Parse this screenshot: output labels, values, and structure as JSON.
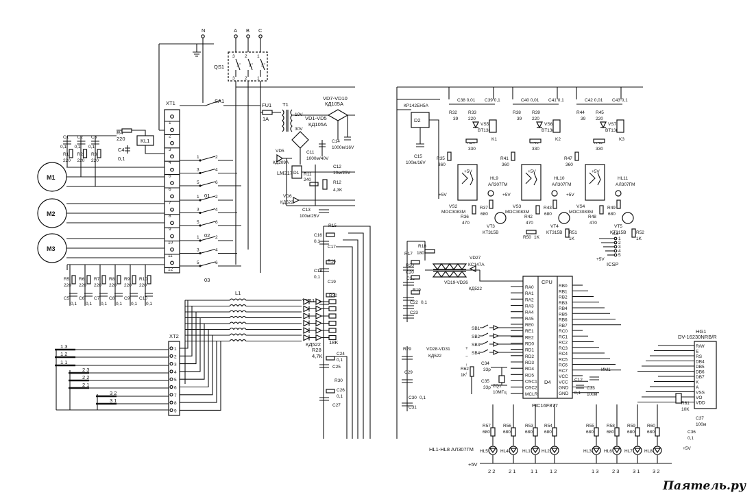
{
  "watermark": "Паятель.ру",
  "left": {
    "phases": [
      "N",
      "A",
      "B",
      "C"
    ],
    "breaker": {
      "ref": "QS1",
      "top_pins": [
        "3",
        "2",
        "1"
      ],
      "bottom_pins": [
        "3",
        "2",
        "1"
      ],
      "contacts": [
        "1\"",
        "2\"",
        "3\""
      ]
    },
    "switch": {
      "ref": "SA1"
    },
    "fuse": {
      "ref": "FU1",
      "value": "1A"
    },
    "transformer": {
      "ref": "T1",
      "v1": "10V",
      "v2": "30V"
    },
    "bridge1": {
      "ref": "VD7-VD10",
      "part": "КД105А"
    },
    "bridge2": {
      "ref": "VD1-VD5",
      "part": "КД105А"
    },
    "c14": {
      "ref": "C14",
      "value": "1000м/16V"
    },
    "c11": {
      "ref": "C11",
      "value": "1000м/40V"
    },
    "vd5": {
      "ref": "VD5",
      "part": "КД209А"
    },
    "regulator": {
      "ref": "D1",
      "part": "LM317"
    },
    "r11": {
      "ref": "R11",
      "value": "240"
    },
    "c12": {
      "ref": "C12",
      "value": "10м/25V"
    },
    "r12": {
      "ref": "R12",
      "value": "4,3K"
    },
    "vd6": {
      "ref": "VD6",
      "part": "КД522"
    },
    "c13": {
      "ref": "C13",
      "value": "100м/25V"
    },
    "xt1": {
      "ref": "XT1",
      "pins": [
        "1",
        "2",
        "3",
        "4",
        "5",
        "6",
        "7",
        "8",
        "9",
        "10",
        "11",
        "12"
      ]
    },
    "motors": [
      "M1",
      "M2",
      "M3"
    ],
    "relay": {
      "ref": "KL1"
    },
    "r4": {
      "ref": "R4",
      "value": "220"
    },
    "c4": {
      "ref": "C4",
      "value": "0,1"
    },
    "snubbers_top": [
      {
        "r": "R1",
        "rv": "220",
        "c": "C1",
        "cv": "0,1"
      },
      {
        "r": "R2",
        "rv": "220",
        "c": "C2",
        "cv": "0,1"
      },
      {
        "r": "R3",
        "rv": "220",
        "c": "C3",
        "cv": "0,1"
      }
    ],
    "snubbers_bottom": [
      {
        "r": "R5",
        "rv": "220",
        "c": "C5",
        "cv": "0,1"
      },
      {
        "r": "R6",
        "rv": "220",
        "c": "C6",
        "cv": "0,1"
      },
      {
        "r": "R7",
        "rv": "220",
        "c": "C7",
        "cv": "0,1"
      },
      {
        "r": "R8",
        "rv": "220",
        "c": "C8",
        "cv": "0,1"
      },
      {
        "r": "R9",
        "rv": "220",
        "c": "C9",
        "cv": "0,1"
      },
      {
        "r": "R10",
        "rv": "220",
        "c": "C10",
        "cv": "0,1"
      }
    ],
    "relay_groups": [
      "01",
      "02",
      "03"
    ],
    "relay_contact_nums": [
      "1",
      "2",
      "3",
      "4",
      "5",
      "6"
    ],
    "choke": {
      "ref": "L1"
    },
    "xt2": {
      "ref": "XT2",
      "pins": [
        "1",
        "2",
        "3",
        "4",
        "5",
        "6",
        "7",
        "8",
        "9"
      ]
    },
    "sensors": [
      "1 3",
      "1 2",
      "1 1",
      "2 3",
      "2 2",
      "2 1",
      "3 2",
      "3 1"
    ],
    "vd11": {
      "ref": "VD11"
    },
    "vd_inputs": {
      "part": "КД522"
    },
    "r15": {
      "ref": "R15"
    },
    "c16": {
      "ref": "C16",
      "value": "0,1"
    },
    "c17": {
      "ref": "C17"
    },
    "r16": {
      "ref": "R16"
    },
    "c18": {
      "ref": "C18",
      "value": "0,1"
    },
    "c19": {
      "ref": "C19"
    },
    "r22": {
      "ref": "R22"
    },
    "rn": {
      "value": "18K"
    },
    "r28": {
      "ref": "R28",
      "value": "4,7K"
    },
    "c24": {
      "ref": "C24",
      "value": "0,1"
    },
    "c25": {
      "ref": "C25"
    },
    "r30": {
      "ref": "R30"
    },
    "c26": {
      "ref": "C26",
      "value": "0,1"
    },
    "c27": {
      "ref": "C27"
    }
  },
  "right": {
    "reg": {
      "ref": "D2",
      "part": "КР142ЕН5А"
    },
    "c15": {
      "ref": "C15",
      "value": "100м/16V"
    },
    "channels": [
      {
        "snub_c": "C38 0,01",
        "c2": "C39  0,1",
        "r_a": "R32",
        "ra_v": "39",
        "r_b": "R33",
        "rb_v": "220",
        "triac": "VS5",
        "triac_p": "BT138",
        "r_g": "R34",
        "rg_v": "330",
        "k": "K1",
        "r_in": "R35",
        "rin_v": "360",
        "led": "HL9",
        "led_p": "АЛ307ГМ",
        "opto": "VS2",
        "opto_p": "MOC3083M",
        "r_o": "R36",
        "ro_v": "470",
        "r_c": "R37",
        "rc_v": "680",
        "tr": "VT3",
        "tr_p": "KT315B"
      },
      {
        "snub_c": "C40 0,01",
        "c2": "C41 0,1",
        "r_a": "R38",
        "ra_v": "39",
        "r_b": "R39",
        "rb_v": "220",
        "triac": "VS6",
        "triac_p": "BT138",
        "r_g": "R40",
        "rg_v": "330",
        "k": "K2",
        "r_in": "R41",
        "rin_v": "360",
        "led": "HL10",
        "led_p": "АЛ307ГМ",
        "opto": "VS3",
        "opto_p": "MOC3083M",
        "r_o": "R42",
        "ro_v": "470",
        "r_c": "R43",
        "rc_v": "680",
        "tr": "VT4",
        "tr_p": "KT315B"
      },
      {
        "snub_c": "C42 0,01",
        "c2": "C43 0,1",
        "r_a": "R44",
        "ra_v": "39",
        "r_b": "R45",
        "rb_v": "220",
        "triac": "VS7",
        "triac_p": "BT138",
        "r_g": "R46",
        "rg_v": "330",
        "k": "K3",
        "r_in": "R47",
        "rin_v": "360",
        "led": "HL11",
        "led_p": "АЛ307ГМ",
        "opto": "VS4",
        "opto_p": "MOC3083M",
        "r_o": "R48",
        "ro_v": "470",
        "r_c": "R49",
        "rc_v": "680",
        "tr": "VT5",
        "tr_p": "KT315B"
      }
    ],
    "plus5": "+5V",
    "r50": {
      "ref": "R50",
      "value": "1K"
    },
    "r51": {
      "ref": "R51",
      "value": "1K"
    },
    "r52": {
      "ref": "R52",
      "value": "1K"
    },
    "x3": {
      "ref": "X3",
      "pins": [
        "1",
        "2",
        "3",
        "4",
        "5"
      ],
      "label": "ICSP"
    },
    "r18": {
      "ref": "R18",
      "value": "180"
    },
    "r17": {
      "ref": "R17"
    },
    "r19": {
      "ref": "R19"
    },
    "r20": {
      "ref": "R20"
    },
    "c20": {
      "ref": "C20"
    },
    "c21": {
      "ref": "C21"
    },
    "c22": {
      "ref": "C22",
      "value": "0,1"
    },
    "c23": {
      "ref": "C23"
    },
    "vd27": {
      "ref": "VD27",
      "part": "КС147А"
    },
    "vd19": {
      "ref": "VD19-VD26",
      "part": "КД522"
    },
    "vd28": {
      "ref": "VD28-VD31",
      "part": "КД522"
    },
    "r29": {
      "ref": "R29"
    },
    "c29": {
      "ref": "C29"
    },
    "c30": {
      "ref": "C30",
      "value": "0,1"
    },
    "c31": {
      "ref": "C31"
    },
    "buttons": [
      "SB1",
      "SB2",
      "SB3",
      "SB4"
    ],
    "button_marks": [
      "+",
      "−",
      "↑",
      "↓"
    ],
    "r62": {
      "ref": "R62",
      "value": "1K"
    },
    "c34": {
      "ref": "C34",
      "value": "33p"
    },
    "c35": {
      "ref": "C35",
      "value": "33p"
    },
    "zq1": {
      "ref": "ZQ1",
      "value": "10МГц"
    },
    "mcu": {
      "ref": "D4",
      "part": "PIC16F877",
      "cpu": "CPU",
      "left_pins": [
        "RA0",
        "RA1",
        "RA2",
        "RA3",
        "RA4",
        "RA5",
        "RE0",
        "RE1",
        "RE2",
        "RD0",
        "RD1",
        "RD2",
        "RD3",
        "RD4",
        "RD5",
        "OSC1",
        "OSC2",
        "MCLR"
      ],
      "right_pins": [
        "RB0",
        "RB1",
        "RB2",
        "RB3",
        "RB4",
        "RB5",
        "RB6",
        "RB7",
        "RC0",
        "RC1",
        "RC2",
        "RC3",
        "RC4",
        "RC5",
        "RC6",
        "RC7",
        "VCC",
        "VCC",
        "GND",
        "GND"
      ]
    },
    "c12b": {
      "ref": "C12",
      "value": "0,1"
    },
    "c33": {
      "ref": "C33",
      "value": "100м"
    },
    "im1": "ИМ1",
    "lcd": {
      "ref": "HG1",
      "part": "DV-16230NRB/R",
      "pins": [
        "R/W",
        "E",
        "RS",
        "DB4",
        "DB5",
        "DB6",
        "DB7",
        "K",
        "A",
        "VSS",
        "VO",
        "VDD"
      ]
    },
    "r61": {
      "ref": "R61",
      "value": "10K"
    },
    "c37": {
      "ref": "C37",
      "value": "100м"
    },
    "c36": {
      "ref": "C36",
      "value": "0,1"
    },
    "leds_bottom": [
      {
        "r": "R57",
        "rv": "680",
        "hl": "HL5",
        "lbl": "2 2"
      },
      {
        "r": "R56",
        "rv": "680",
        "hl": "HL4",
        "lbl": "2 1"
      },
      {
        "r": "R53",
        "rv": "680",
        "hl": "HL1",
        "lbl": "1 1"
      },
      {
        "r": "R54",
        "rv": "680",
        "hl": "HL2",
        "lbl": "1 2"
      },
      {
        "r": "R55",
        "rv": "680",
        "hl": "HL3",
        "lbl": "1 3"
      },
      {
        "r": "R58",
        "rv": "680",
        "hl": "HL6",
        "lbl": "2 3"
      },
      {
        "r": "R59",
        "rv": "680",
        "hl": "HL7",
        "lbl": "3 1"
      },
      {
        "r": "R60",
        "rv": "680",
        "hl": "HL8",
        "lbl": "3 2"
      }
    ],
    "leds_note": "HL1-HL8 АЛ307ГМ"
  }
}
